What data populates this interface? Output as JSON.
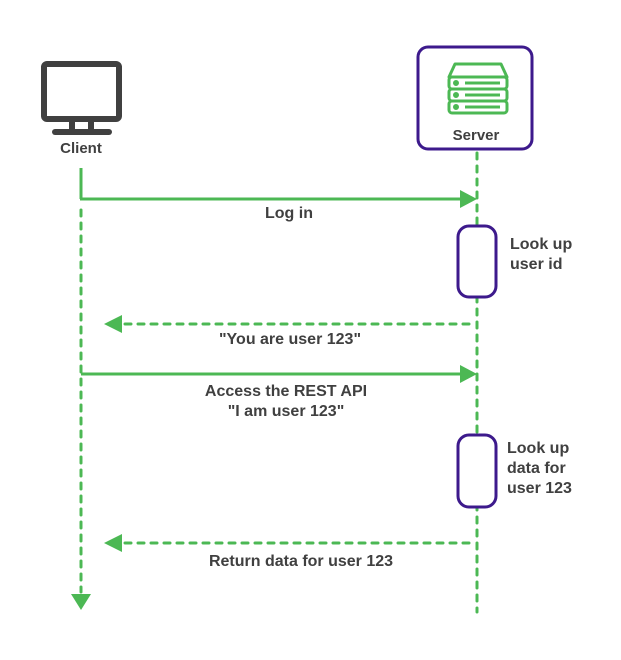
{
  "colors": {
    "green": "#4cb854",
    "purple": "#3d1a8c",
    "text": "#404040",
    "icon_gray": "#404040"
  },
  "participants": {
    "client": {
      "label": "Client",
      "icon": "monitor-icon"
    },
    "server": {
      "label": "Server",
      "icon": "server-rack-icon"
    }
  },
  "messages": [
    {
      "id": "login",
      "direction": "client-to-server",
      "style": "solid",
      "lines": [
        "Log in"
      ]
    },
    {
      "id": "you-are",
      "direction": "server-to-client",
      "style": "dashed",
      "lines": [
        "\"You are user 123\""
      ]
    },
    {
      "id": "access",
      "direction": "client-to-server",
      "style": "solid",
      "lines": [
        "Access the REST API",
        "\"I am user 123\""
      ]
    },
    {
      "id": "return",
      "direction": "server-to-client",
      "style": "dashed",
      "lines": [
        "Return data for user 123"
      ]
    }
  ],
  "activations": [
    {
      "id": "lookup-user",
      "lines": [
        "Look up",
        "user id"
      ]
    },
    {
      "id": "lookup-data",
      "lines": [
        "Look up",
        "data for",
        "user 123"
      ]
    }
  ]
}
